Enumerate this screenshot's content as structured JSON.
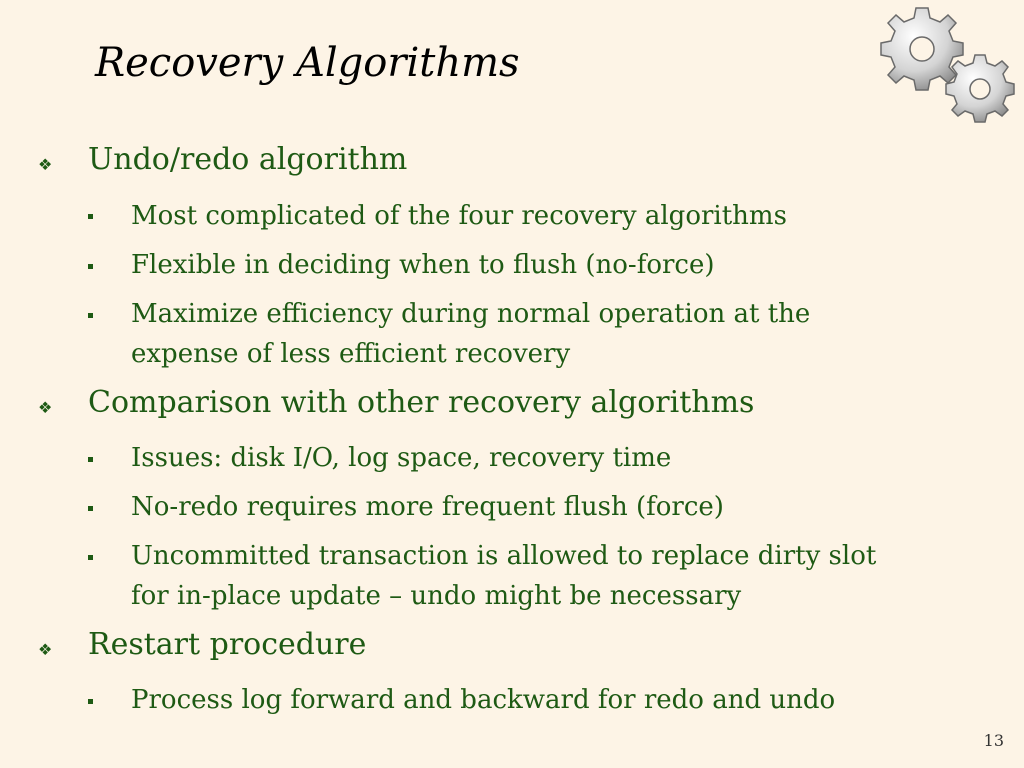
{
  "slide": {
    "title": "Recovery Algorithms",
    "page_number": "13",
    "bullet1": {
      "text": "Undo/redo algorithm",
      "sub": [
        "Most complicated of the four recovery algorithms",
        "Flexible in deciding when to flush (no-force)",
        "Maximize efficiency during normal operation at the",
        "expense of less efficient recovery"
      ]
    },
    "bullet2": {
      "text": "Comparison with other recovery algorithms",
      "sub": [
        "Issues: disk I/O, log space, recovery time",
        "No-redo requires more frequent flush (force)",
        "Uncommitted transaction is allowed to replace dirty slot",
        "for in-place update – undo might be necessary"
      ]
    },
    "bullet3": {
      "text": "Restart procedure",
      "sub": [
        "Process log forward and backward for redo and undo"
      ]
    },
    "colors": {
      "background": "#fdf4e6",
      "text": "#1e5a14",
      "title": "#000000"
    },
    "icons": [
      "gears-icon",
      "diamond-bullet-icon",
      "square-bullet-icon"
    ]
  }
}
